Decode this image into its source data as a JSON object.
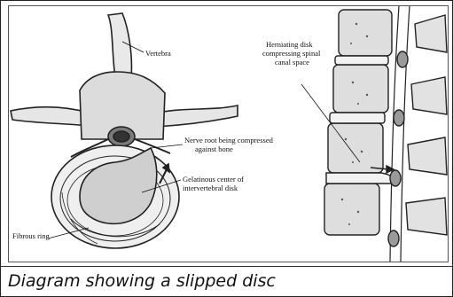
{
  "figure": {
    "caption": "Diagram showing a slipped disc",
    "labels": {
      "vertebra": "Vertebra",
      "nerve_root_line1": "Nerve root being compressed",
      "nerve_root_line2": "against bone",
      "gelatinous_line1": "Gelatinous center of",
      "gelatinous_line2": "intervertebral disk",
      "fibrous_ring": "Fibrous ring",
      "herniating_line1": "Herniating disk",
      "herniating_line2": "compressing spinal",
      "herniating_line3": "canal space"
    }
  }
}
